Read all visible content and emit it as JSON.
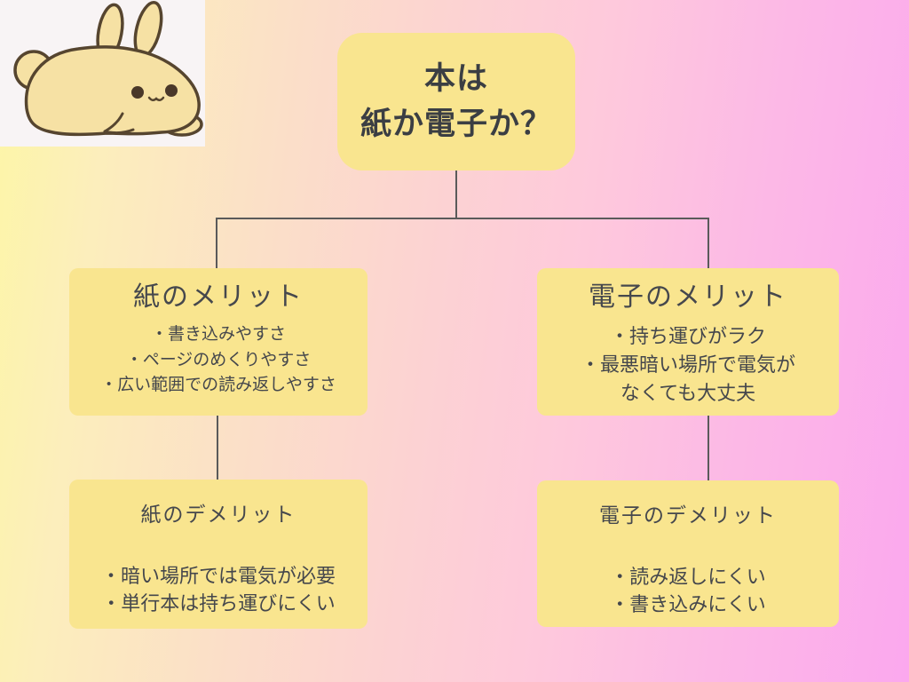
{
  "colors": {
    "background_gradient_left": "#fdf6a6",
    "background_gradient_middle": "#fcd3d2",
    "background_gradient_right": "#fba8ee",
    "node_fill": "#f9e58f",
    "title_text": "#3b3e43",
    "body_text": "#45474c",
    "connector": "#5a5a5a",
    "mascot_panel": "#f8f4f5",
    "bunny_fill": "#f6e1a4",
    "bunny_outline": "#56452f"
  },
  "mascot": {
    "name": "bunny-mascot",
    "description": "cream lop bunny illustration lying down"
  },
  "diagram": {
    "root": {
      "line1": "本は",
      "line2": "紙か電子か？"
    },
    "paper_merit": {
      "heading": "紙のメリット",
      "bullets": [
        "・書き込みやすさ",
        "・ページのめくりやすさ",
        "・広い範囲での読み返しやすさ"
      ]
    },
    "electronic_merit": {
      "heading": "電子のメリット",
      "bullets": [
        "・持ち運びがラク",
        "・最悪暗い場所で電気が\nなくても大丈夫"
      ]
    },
    "paper_demerit": {
      "heading": "紙のデメリット",
      "bullets": [
        "・暗い場所では電気が必要",
        "・単行本は持ち運びにくい"
      ]
    },
    "electronic_demerit": {
      "heading": "電子のデメリット",
      "bullets": [
        "・読み返しにくい",
        "・書き込みにくい"
      ]
    }
  }
}
